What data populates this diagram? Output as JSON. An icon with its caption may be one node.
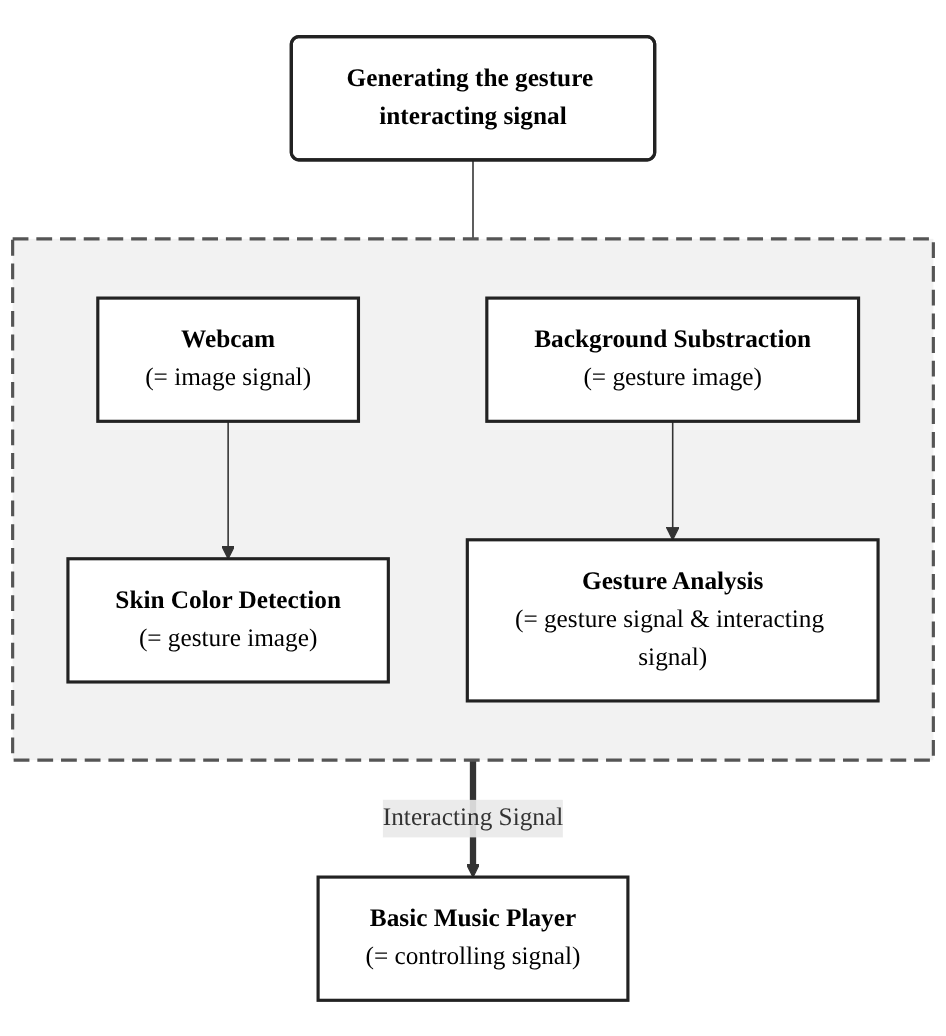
{
  "diagram": {
    "nodes": [
      {
        "text": [],
        "shape": "box"
      },
      {
        "text": [
          "Webcam",
          "(= image signal)"
        ],
        "in": 0
      },
      {
        "text": [
          "Skin Color Detection",
          "(= gesture image)"
        ],
        "in": 0
      },
      {
        "text": [
          "Background Substraction",
          "(= gesture image)"
        ],
        "in": 0
      },
      {
        "text": [
          "Gesture Analysis",
          "(= gesture signal & interacting signal)"
        ],
        "in": 0
      },
      {
        "text": [
          "Generating the gesture interacting signal"
        ]
      },
      {
        "text": [
          "Basic Music Player",
          "(= controlling signal)"
        ]
      }
    ],
    "edges": [
      {
        "from": 1,
        "to": 2,
        "arrow": "to"
      },
      {
        "from": 3,
        "to": 4,
        "arrow": "to"
      },
      {
        "from": 5,
        "to": 0,
        "arrow": "none"
      },
      {
        "from": 0,
        "to": 6,
        "arrow": "to",
        "label": "Interacting Signal",
        "style": "thick"
      }
    ]
  }
}
